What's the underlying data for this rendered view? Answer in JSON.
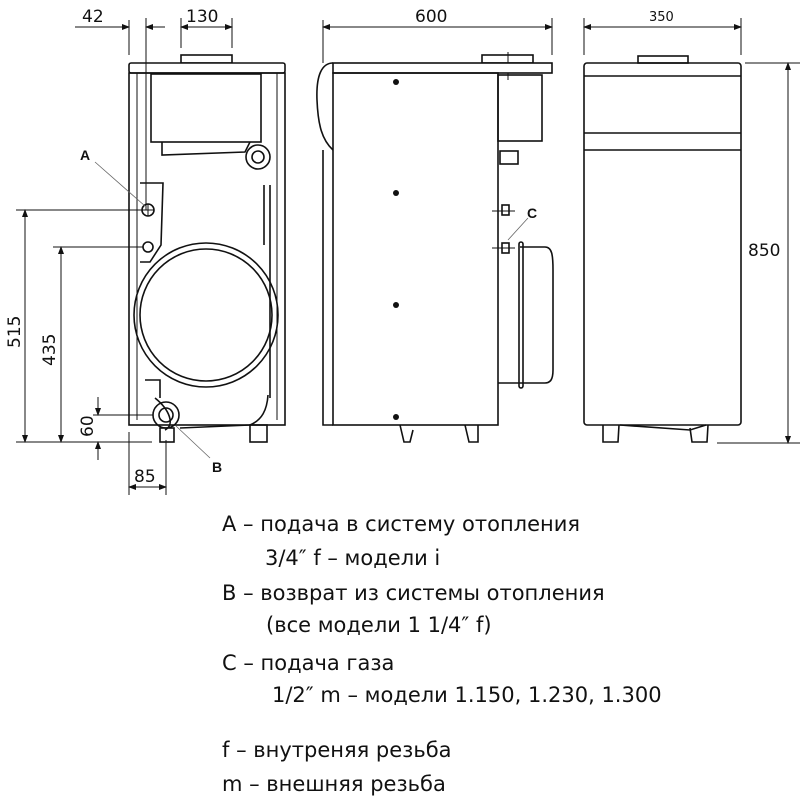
{
  "dimensions": {
    "offset_a": "42",
    "flue_diameter": "130",
    "depth": "600",
    "width": "350",
    "height": "850",
    "height_a": "515",
    "height_gas_pipe": "435",
    "height_b": "60",
    "offset_b": "85"
  },
  "labels": {
    "a": "A",
    "b": "B",
    "c": "C"
  },
  "legend": {
    "a_line1": "A – подача в систему отопления",
    "a_line2": "3/4″ f – модели i",
    "b_line1": "B – возврат из системы отопления",
    "b_line2": "(все модели 1 1/4″ f)",
    "c_line1": "C – подача газа",
    "c_line2": "1/2″ m – модели 1.150, 1.230, 1.300",
    "f_note": "f – внутреняя резьба",
    "m_note": "m – внешняя резьба"
  }
}
